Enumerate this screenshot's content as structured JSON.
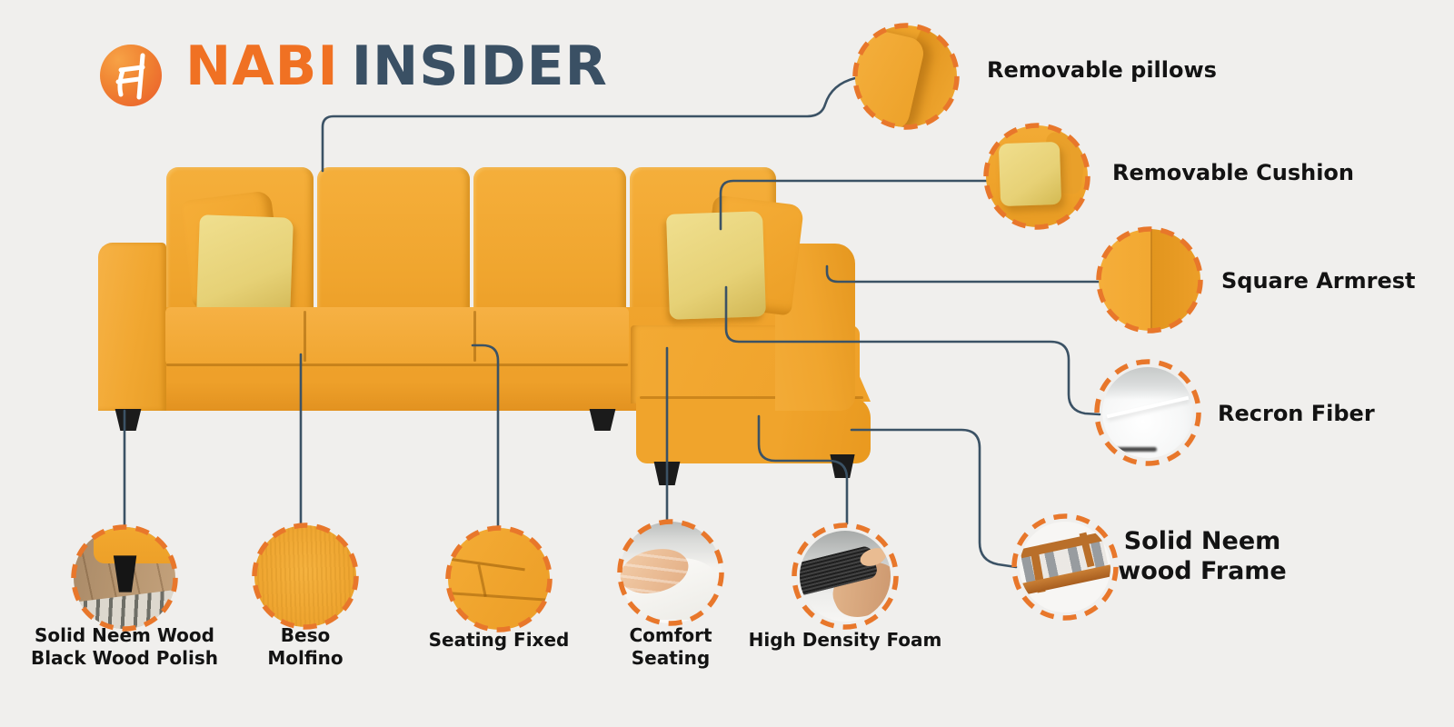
{
  "header": {
    "brand_word1": "NABI",
    "brand_word2": "INSIDER"
  },
  "logo": {
    "icon": "chair-monogram-icon"
  },
  "callouts": {
    "right": [
      {
        "id": "removable-pillows",
        "label": "Removable pillows"
      },
      {
        "id": "removable-cushion",
        "label": "Removable Cushion"
      },
      {
        "id": "square-armrest",
        "label": "Square Armrest"
      },
      {
        "id": "recron-fiber",
        "label": "Recron Fiber"
      },
      {
        "id": "neem-wood-frame",
        "line1": "Solid Neem",
        "line2": "wood Frame"
      }
    ],
    "bottom": [
      {
        "id": "black-wood-polish",
        "line1": "Solid Neem Wood",
        "line2": "Black Wood Polish"
      },
      {
        "id": "beso-molfino",
        "line1": "Beso",
        "line2": "Molfino"
      },
      {
        "id": "seating-fixed",
        "line1": "Seating Fixed",
        "line2": ""
      },
      {
        "id": "comfort-seating",
        "line1": "Comfort",
        "line2": "Seating"
      },
      {
        "id": "high-density-foam",
        "line1": "High Density Foam",
        "line2": ""
      }
    ]
  },
  "colors": {
    "background": "#F0EFED",
    "brand_orange": "#F07123",
    "brand_slate": "#3A5064",
    "accent_dash_orange": "#E8772B",
    "connector_line": "#3B5265",
    "sofa_yellow": "#F0A52F",
    "pillow_light_yellow": "#E6D176",
    "label_text": "#131313"
  }
}
